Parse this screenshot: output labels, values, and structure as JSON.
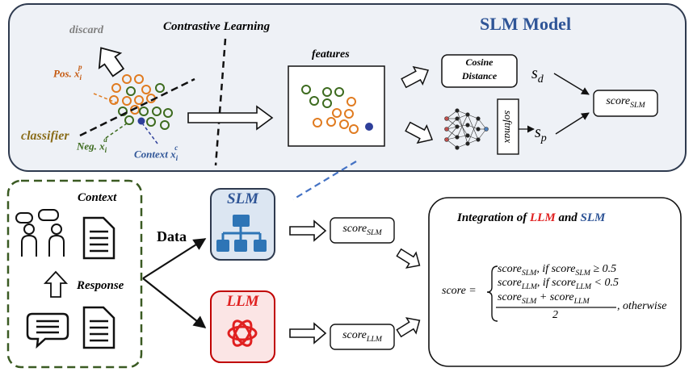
{
  "top_panel": {
    "discard": "discard",
    "contrastive_learning": "Contrastive Learning",
    "slm_model": "SLM Model",
    "pos_label": "Pos. x",
    "pos_sub": "i",
    "pos_sup": "p",
    "neg_label": "Neg. x",
    "neg_sub": "i",
    "neg_sup": "a",
    "context_label": "Context x",
    "context_sub": "i",
    "context_sup": "c",
    "classifier": "classifier",
    "features": "features",
    "cosine_line1": "Cosine",
    "cosine_line2": "Distance",
    "s_d": "s",
    "s_d_sub": "d",
    "s_p": "s",
    "s_p_sub": "p",
    "softmax": "softmax",
    "score_slm_base": "score",
    "score_slm_sub": "SLM"
  },
  "bottom_left": {
    "context": "Context",
    "response": "Response",
    "data": "Data"
  },
  "models": {
    "slm": "SLM",
    "llm": "LLM",
    "score_slm_base": "score",
    "score_slm_sub": "SLM",
    "score_llm_base": "score",
    "score_llm_sub": "LLM"
  },
  "integration": {
    "title_prefix": "Integration of ",
    "title_llm": "LLM",
    "title_and": " and ",
    "title_slm": "SLM",
    "score_eq": "score =",
    "case1": "score",
    "case1_sub": "SLM",
    "case1_cond": ", if score",
    "case1_cond_sub": "SLM",
    "case1_rel": " ≥ 0.5",
    "case2": "score",
    "case2_sub": "LLM",
    "case2_cond": ", if score",
    "case2_cond_sub": "LLM",
    "case2_rel": " < 0.5",
    "frac_num_a": "score",
    "frac_num_a_sub": "SLM",
    "frac_plus": " + score",
    "frac_num_b_sub": "LLM",
    "frac_den": "2",
    "otherwise": ", otherwise"
  },
  "colors": {
    "panel_border": "#2e3a4f",
    "panel_fill": "#eef1f6",
    "dash_green": "#3a5a22",
    "orange": "#e07b20",
    "green": "#3d6b1f",
    "blue_point": "#2e3f9a",
    "slm_blue": "#2f5597",
    "llm_red": "#e02020",
    "pos_label": "#c55a11",
    "neg_label": "#3d6b1f",
    "ctx_label": "#2f5597",
    "classifier_label": "#8a6d1a",
    "discard_label": "#808080"
  }
}
